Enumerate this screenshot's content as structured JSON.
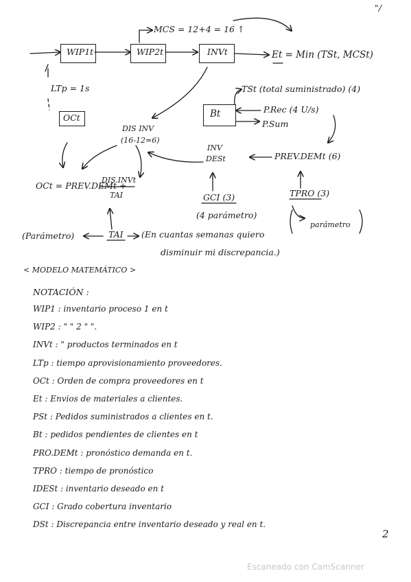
{
  "corner_mark": "\"/",
  "page_number": "2",
  "watermark": "Escaneado con CamScanner",
  "diagram": {
    "top_label": "MCS = 12+4 = 16 ↑",
    "box_wip1": "WIP1t",
    "box_wip2": "WIP2t",
    "box_inv": "INVt",
    "et_formula": "Et = Min (TSt, MCSt)",
    "lt_label": "LTp = 1s",
    "box_oc": "OCt",
    "ts_label": "TSt (total suministrado) (4)",
    "box_bt": "Bt",
    "prec_label": "P.Rec (4 U/s)",
    "psum_label": "P.Sum",
    "dis_inv": "DIS INV",
    "dis_inv_paren": "(16-12=6)",
    "inv_des_1": "INV",
    "inv_des_2": "DESt",
    "prev_dem": "PREV.DEMt (6)",
    "oc_formula": "OCt = PREV.DEMt +",
    "frac_num": "DIS.INVt",
    "frac_den": "TAI",
    "gci": "GCI (3)",
    "gci_param": "(4 parámetro)",
    "tpro": "TPRO (3)",
    "tpro_param": "parámetro",
    "parametro_left": "(Parámetro)",
    "tai": "TAI",
    "tai_note_1": "(En cuantas semanas quiero",
    "tai_note_2": "disminuir mi discrepancia.)"
  },
  "notes": {
    "heading": "< MODELO MATEMÁTICO >",
    "notation": "NOTACIÓN :",
    "lines": [
      "WIP1 : inventario proceso 1 en t",
      "WIP2 :     \"            \"        2 \" \".",
      "INVt :     \"        productos terminados en t",
      "LTp : tiempo aprovisionamiento proveedores.",
      "OCt : Orden de compra proveedores en t",
      "Et : Envios de materiales a clientes.",
      "PSt : Pedidos suministrados a clientes en t.",
      "Bt : pedidos pendientes de clientes en t",
      "PRO.DEMt : pronóstico demanda en t.",
      "TPRO : tiempo de pronóstico",
      "IDESt : inventario deseado en t",
      "GCI : Grado cobertura inventario",
      "DSt : Discrepancia entre inventario deseado y real en t."
    ]
  }
}
